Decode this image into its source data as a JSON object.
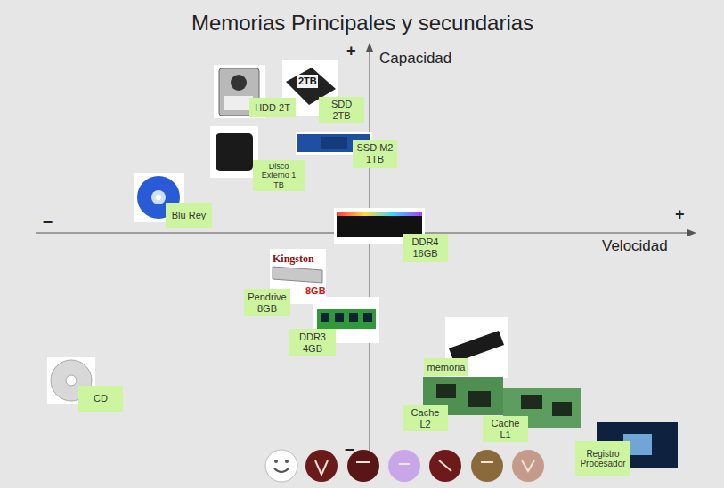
{
  "diagram": {
    "title": "Memorias Principales y secundarias",
    "nodes": [
      {
        "text": [
          "HDD 2T"
        ]
      },
      {
        "text": [
          "SDD 2TB"
        ]
      },
      {
        "text": [
          "SSD M2 1TB"
        ]
      },
      {
        "text": [
          "Disco Externo 1 TB"
        ]
      },
      {
        "text": [
          "Blu Rey"
        ]
      },
      {
        "text": [
          "DDR4 16GB"
        ]
      },
      {
        "text": [
          "Pendrive 8GB"
        ]
      },
      {
        "text": [
          "DDR3 4GB"
        ]
      },
      {
        "text": [
          "memoria"
        ]
      },
      {
        "text": [
          "CD"
        ]
      },
      {
        "text": [
          "Cache L2"
        ]
      },
      {
        "text": [
          "Cache L1"
        ]
      },
      {
        "text": [
          "Registro Procesador"
        ]
      }
    ],
    "labels": [
      "+",
      "Capacidad",
      "–",
      "+",
      "Velocidad",
      "–",
      "2TB",
      "Kingston",
      "8GB"
    ]
  }
}
